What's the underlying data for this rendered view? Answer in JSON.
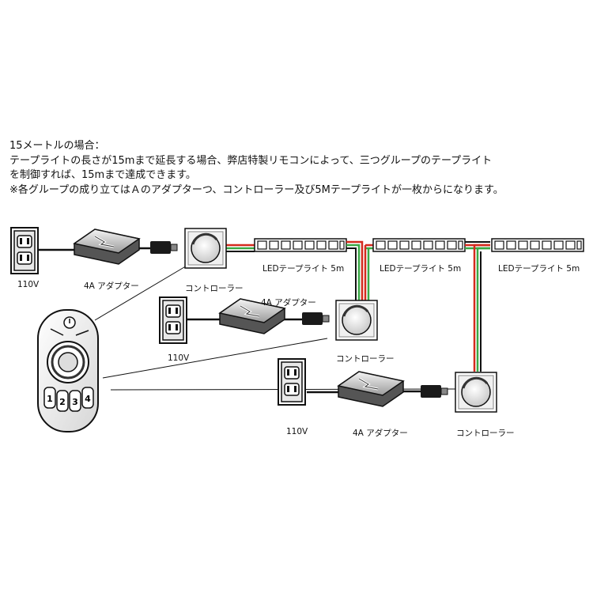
{
  "intro": {
    "heading": "15メートルの場合：",
    "line1": "テープライトの長さが15mまで延長する場合、弊店特製リモコンによって、三つグループのテープライト",
    "line2": "を制御すれば、15mまで達成できます。",
    "line3": "※各グループの成り立てはＡのアダプターつ、コントローラー及び5Mテープライトが一枚からになります。"
  },
  "groups": [
    {
      "voltage": "110V",
      "adapter": "4A アダプター",
      "controller": "コントローラー",
      "tape": "LEDテープライト 5m"
    },
    {
      "voltage": "110V",
      "adapter": "4A アダプター",
      "controller": "コントローラー",
      "tape": "LEDテープライト 5m"
    },
    {
      "voltage": "110V",
      "adapter": "4A アダプター",
      "controller": "コントローラー",
      "tape": "LEDテープライト 5m"
    }
  ],
  "remote": {
    "buttons": [
      "1",
      "2",
      "3",
      "4"
    ]
  },
  "colors": {
    "wire_red": "#d42a1e",
    "wire_green": "#3aa845",
    "line": "#111111"
  }
}
